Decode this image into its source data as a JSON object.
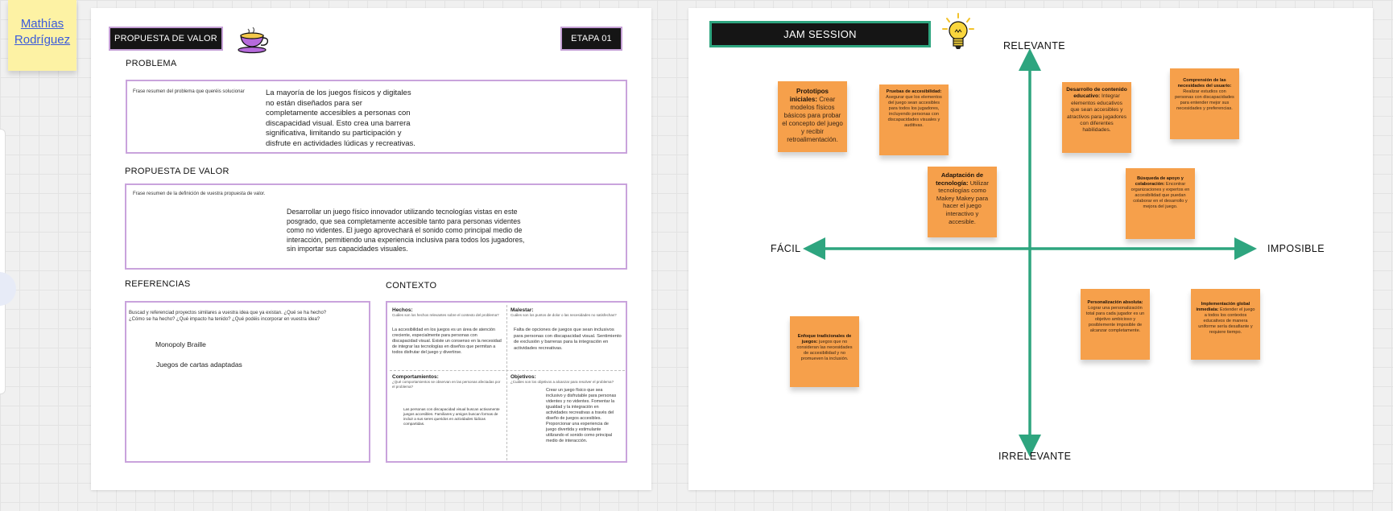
{
  "sticky": {
    "author": "Mathías Rodríguez"
  },
  "left_board": {
    "header_label": "PROPUESTA DE VALOR",
    "stage_label": "ETAPA 01",
    "problem": {
      "title": "PROBLEMA",
      "hint": "Frase resumen del problema que queréis solucionar",
      "lines": [
        "La mayoría de los juegos físicos y digitales",
        "no están diseñados para ser",
        "completamente accesibles a personas con",
        "discapacidad visual. Esto crea una barrera",
        "significativa, limitando su participación y",
        "disfrute en actividades lúdicas y recreativas."
      ]
    },
    "value": {
      "title": "PROPUESTA DE VALOR",
      "hint": "Frase resumen de la definición de vuestra propuesta de valor.",
      "lines": [
        "Desarrollar un juego físico innovador utilizando tecnologías vistas en este",
        "posgrado, que sea completamente accesible tanto para personas videntes",
        "como no videntes. El juego aprovechará el sonido como principal medio de",
        "interacción, permitiendo una experiencia inclusiva para todos los jugadores,",
        "sin importar sus capacidades visuales."
      ]
    },
    "references": {
      "title": "REFERENCIAS",
      "hint_1": "Buscad y referenciad proyectos similares a vuestra idea que ya existan. ¿Qué se ha hecho?",
      "hint_2": "¿Cómo se ha hecho? ¿Qué impacto ha tenido? ¿Qué podéis incorporar en vuestra idea?",
      "items": [
        "Monopoly Braille",
        "Juegos de cartas adaptadas"
      ]
    },
    "context": {
      "title": "CONTEXTO",
      "facts_title": "Hechos:",
      "facts_hint": "Cuáles son los hechos relevantes sobre el contexto del problema?",
      "facts_text": "La accesibilidad en los juegos es un área de atención creciente, especialmente para personas con discapacidad visual. Existe un consenso en la necesidad de integrar las tecnologías en diseños que permitan a todos disfrutar del juego y divertirse.",
      "discomfort_title": "Malestar:",
      "discomfort_hint": "Cuáles son los puntos de dolor o las necesidades no satisfechas?",
      "discomfort_text": "Falta de opciones de juegos que sean inclusivos para personas con discapacidad visual. Sentimiento de exclusión y barreras para la integración en actividades recreativas.",
      "behavior_title": "Comportamientos:",
      "behavior_hint": "¿Qué comportamientos se observan en las personas afectadas por el problema?",
      "behavior_text": "Las personas con discapacidad visual buscan activamente juegos accesibles. Familiares y amigos buscan formas de incluir a sus seres queridos en actividades lúdicas compartidas.",
      "goals_title": "Objetivos:",
      "goals_hint": "¿Cuáles son los objetivos a alcanzar para resolver el problema?",
      "goals_text": "Crear un juego físico que sea inclusivo y disfrutable para personas videntes y no videntes. Fomentar la igualdad y la integración en actividades recreativas a través del diseño de juegos accesibles. Proporcionar una experiencia de juego divertida y estimulante utilizando el sonido como principal medio de interacción."
    }
  },
  "right_board": {
    "title": "JAM SESSION",
    "axes": {
      "top": "RELEVANTE",
      "bottom": "IRRELEVANTE",
      "left": "FÁCIL",
      "right": "IMPOSIBLE"
    },
    "accent_color": "#2ea57f",
    "note_color": "#f6a04b",
    "notes": [
      {
        "title": "Prototipos iniciales:",
        "text": "Crear modelos físicos básicos para probar el concepto del juego y recibir retroalimentación."
      },
      {
        "title": "Pruebas de accesibilidad:",
        "text": "Asegurar que los elementos del juego sean accesibles para todos los jugadores, incluyendo personas con discapacidades visuales y auditivas."
      },
      {
        "title": "Desarrollo de contenido educativo:",
        "text": "Integrar elementos educativos que sean accesibles y atractivos para jugadores con diferentes habilidades."
      },
      {
        "title": "Comprensión de las necesidades del usuario:",
        "text": "Realizar estudios con personas con discapacidades para entender mejor sus necesidades y preferencias."
      },
      {
        "title": "Adaptación de tecnología:",
        "text": "Utilizar tecnologías como Makey Makey para hacer el juego interactivo y accesible."
      },
      {
        "title": "Búsqueda de apoyo y colaboración:",
        "text": "Encontrar organizaciones y expertos en accesibilidad que puedan colaborar en el desarrollo y mejora del juego."
      },
      {
        "title": "Enfoque tradicionales de juegos:",
        "text": "juegos que no consideran las necesidades de accesibilidad y no promueven la inclusión."
      },
      {
        "title": "Personalización absoluta:",
        "text": "Lograr una personalización total para cada jugador es un objetivo ambicioso y posiblemente imposible de alcanzar completamente."
      },
      {
        "title": "Implementación global inmediata:",
        "text": "Extender el juego a todos los contextos educativos de manera uniforme sería desafiante y requiere tiempo."
      }
    ]
  }
}
